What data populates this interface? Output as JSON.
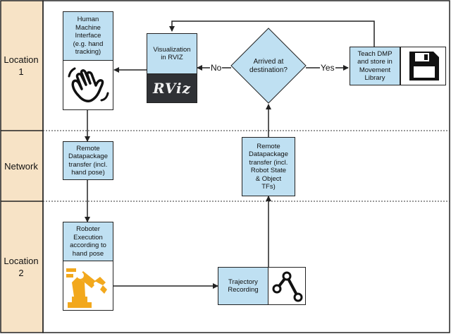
{
  "lanes": [
    {
      "label": "Location\n1"
    },
    {
      "label": "Network"
    },
    {
      "label": "Location\n2"
    }
  ],
  "nodes": {
    "hmi": "Human\nMachine\nInterface\n(e.g. hand\ntracking)",
    "rviz": "Visualization\nin RVIZ",
    "decision": "Arrived at\ndestination?",
    "teach": "Teach DMP\nand store in\nMovement\nLibrary",
    "net_left": "Remote\nDatapackage\ntransfer (incl.\nhand pose)",
    "net_right": "Remote\nDatapackage\ntransfer (incl.\nRobot State\n& Object\nTFs)",
    "roboter": "Roboter\nExecution\naccording to\nhand pose",
    "trajectory": "Trajectory\nRecording"
  },
  "rviz_logo": "RViz",
  "edges": {
    "no": "No",
    "yes": "Yes"
  },
  "colors": {
    "box_fill": "#bfe0f2",
    "lane_fill": "#f7e3c6",
    "robot": "#f2a81d"
  }
}
